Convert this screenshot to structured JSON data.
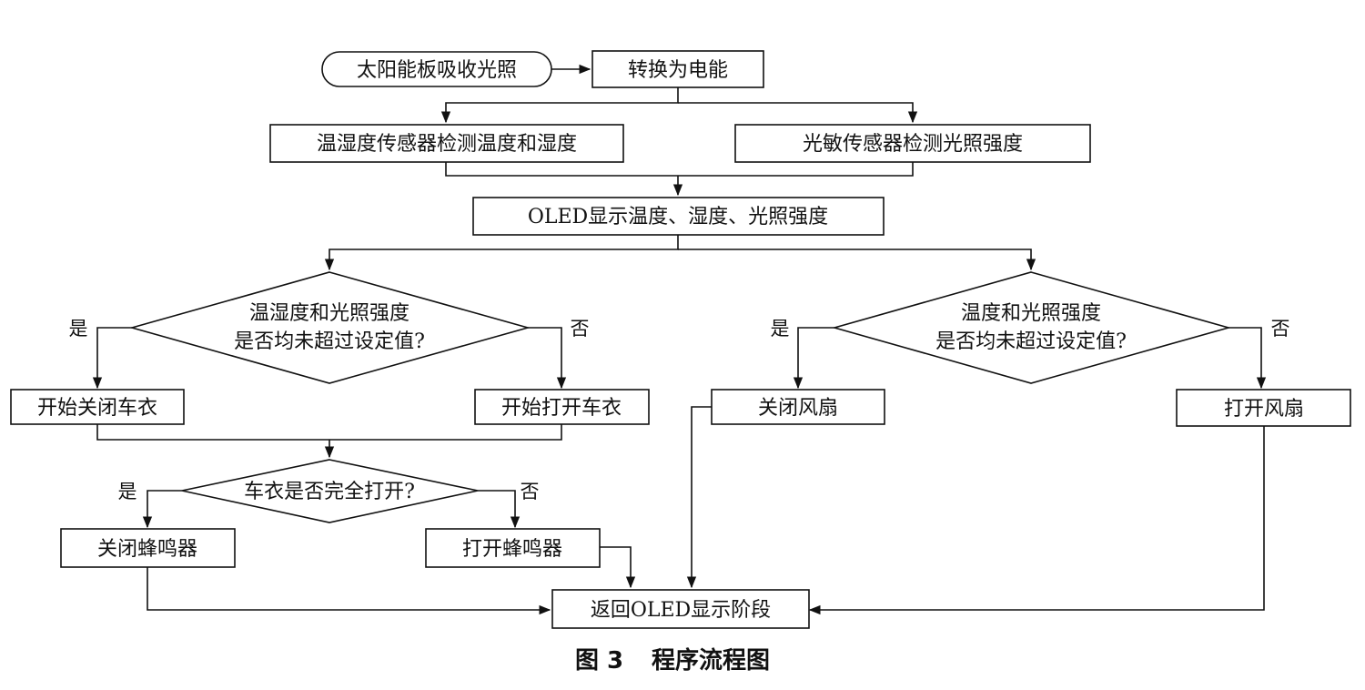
{
  "nodes": {
    "start": "太阳能板吸收光照",
    "convert": "转换为电能",
    "temp_humidity_sensor": "温湿度传感器检测温度和湿度",
    "light_sensor": "光敏传感器检测光照强度",
    "oled_display": "OLED显示温度、湿度、光照强度",
    "decision_left_line1": "温湿度和光照强度",
    "decision_left_line2": "是否均未超过设定值?",
    "decision_right_line1": "温度和光照强度",
    "decision_right_line2": "是否均未超过设定值?",
    "close_cover": "开始关闭车衣",
    "open_cover": "开始打开车衣",
    "close_fan": "关闭风扇",
    "open_fan": "打开风扇",
    "decision_cover": "车衣是否完全打开?",
    "close_buzzer": "关闭蜂鸣器",
    "open_buzzer": "打开蜂鸣器",
    "return_oled": "返回OLED显示阶段"
  },
  "labels": {
    "yes": "是",
    "no": "否"
  },
  "caption": {
    "figure": "图 3",
    "title": "程序流程图"
  }
}
